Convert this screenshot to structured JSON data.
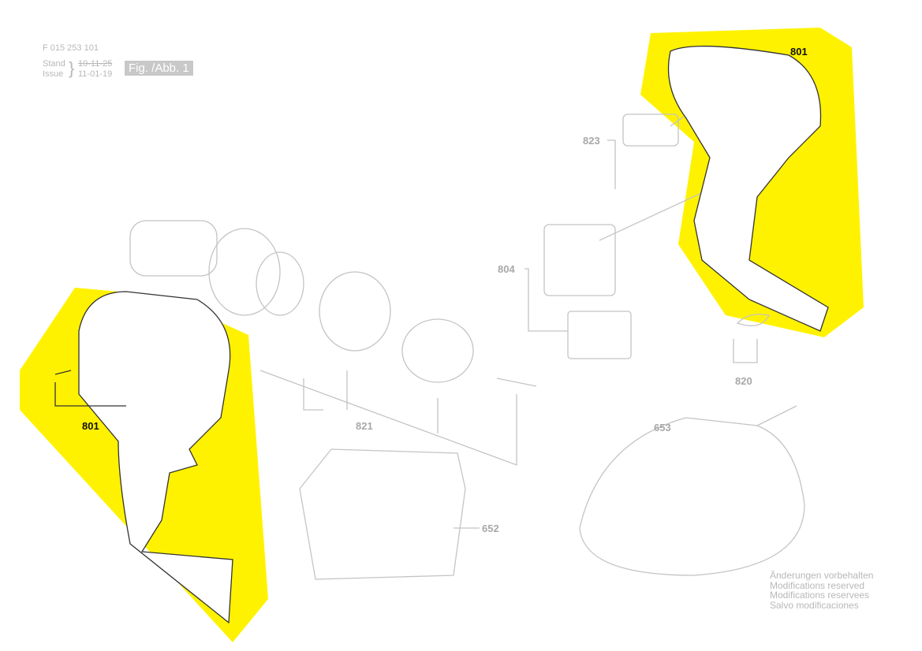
{
  "header": {
    "part_number": "F 015 253 101",
    "stand_label": "Stand",
    "issue_label": "Issue",
    "stand_date": "10-11-25",
    "issue_date": "11-01-19",
    "figure": "Fig. /Abb. 1"
  },
  "callouts": {
    "housing_right": "801",
    "housing_left": "801",
    "switch_parts": "823",
    "switch": "804",
    "led": "820",
    "gearbox": "821",
    "charger": "653",
    "battery": "652"
  },
  "notes": [
    "Änderungen vorbehalten",
    "Modifications reserved",
    "Modifications reservees",
    "Salvo modificaciones"
  ],
  "colors": {
    "highlight": "#fff200",
    "line": "#c4c4c4"
  }
}
